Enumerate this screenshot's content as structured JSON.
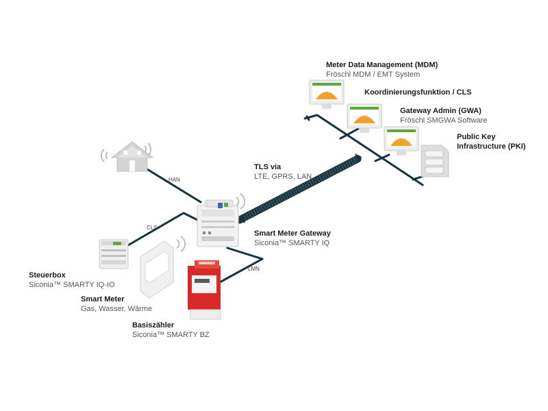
{
  "colors": {
    "line": "#17323b",
    "icon_gray": "#d4d4d4",
    "accent_green": "#5ea83b",
    "meter_red": "#d8282a",
    "monitor_orange": "#f2a12b"
  },
  "links": {
    "han": "HAN",
    "cls": "CLS",
    "lmn": "LMN"
  },
  "labels": {
    "mdm": {
      "title": "Meter Data Management (MDM)",
      "sub": "Fröschl MDM / EMT System"
    },
    "cls_function": {
      "title": "Koordinierungsfunktion / CLS"
    },
    "gwa": {
      "title": "Gateway Admin (GWA)",
      "sub": "Fröschl SMGWA Software"
    },
    "pki": {
      "title_line1": "Public Key",
      "title_line2": "Infrastructure (PKI)"
    },
    "tls": {
      "title": "TLS via",
      "sub": "LTE, GPRS, LAN"
    },
    "gateway": {
      "title": "Smart Meter Gateway",
      "sub": "Siconia™ SMARTY IQ"
    },
    "steuerbox": {
      "title": "Steuerbox",
      "sub": "Siconia™ SMARTY IQ-IO"
    },
    "smart_meter": {
      "title": "Smart Meter",
      "sub": "Gas, Wasser, Wärme"
    },
    "basiszaehler": {
      "title": "Basiszähler",
      "sub": "Siconia™ SMARTY BZ"
    }
  },
  "icons": [
    "house-icon",
    "wifi-icon",
    "gateway-device-icon",
    "steuerbox-device-icon",
    "smart-meter-icon",
    "basiszaehler-meter-icon",
    "monitor-icon",
    "server-icon",
    "cable-icon"
  ]
}
